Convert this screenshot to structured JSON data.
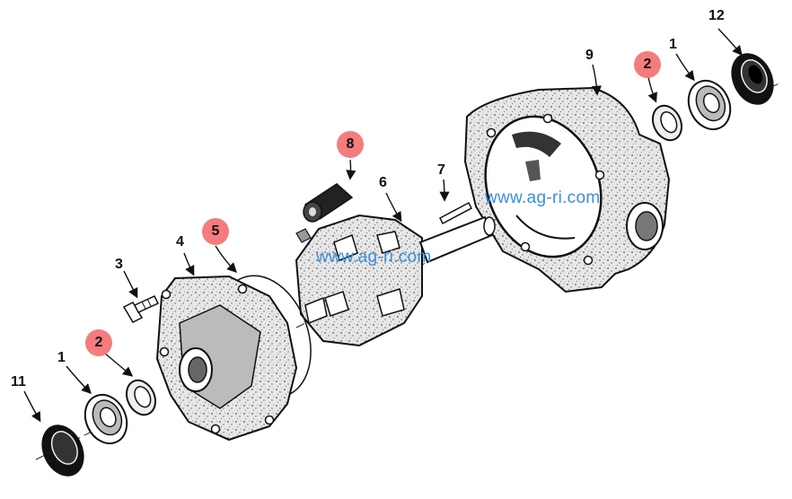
{
  "diagram": {
    "callouts": [
      {
        "id": "c12",
        "label": "12",
        "highlight": false
      },
      {
        "id": "c1r",
        "label": "1",
        "highlight": false
      },
      {
        "id": "c2r",
        "label": "2",
        "highlight": true
      },
      {
        "id": "c9",
        "label": "9",
        "highlight": false
      },
      {
        "id": "c8",
        "label": "8",
        "highlight": true
      },
      {
        "id": "c7",
        "label": "7",
        "highlight": false
      },
      {
        "id": "c6",
        "label": "6",
        "highlight": false
      },
      {
        "id": "c4",
        "label": "4",
        "highlight": false
      },
      {
        "id": "c5",
        "label": "5",
        "highlight": true
      },
      {
        "id": "c3",
        "label": "3",
        "highlight": false
      },
      {
        "id": "c2l",
        "label": "2",
        "highlight": true
      },
      {
        "id": "c1l",
        "label": "1",
        "highlight": false
      },
      {
        "id": "c11",
        "label": "11",
        "highlight": false
      }
    ],
    "watermark_upper": "www.ag-ri.com",
    "watermark_lower": "www.ag-ri.com"
  },
  "colors": {
    "highlight": "#f47c7c",
    "ink": "#111111",
    "casting": "#d9d9d9",
    "watermark": "#3b8fd9",
    "background": "#ffffff"
  }
}
